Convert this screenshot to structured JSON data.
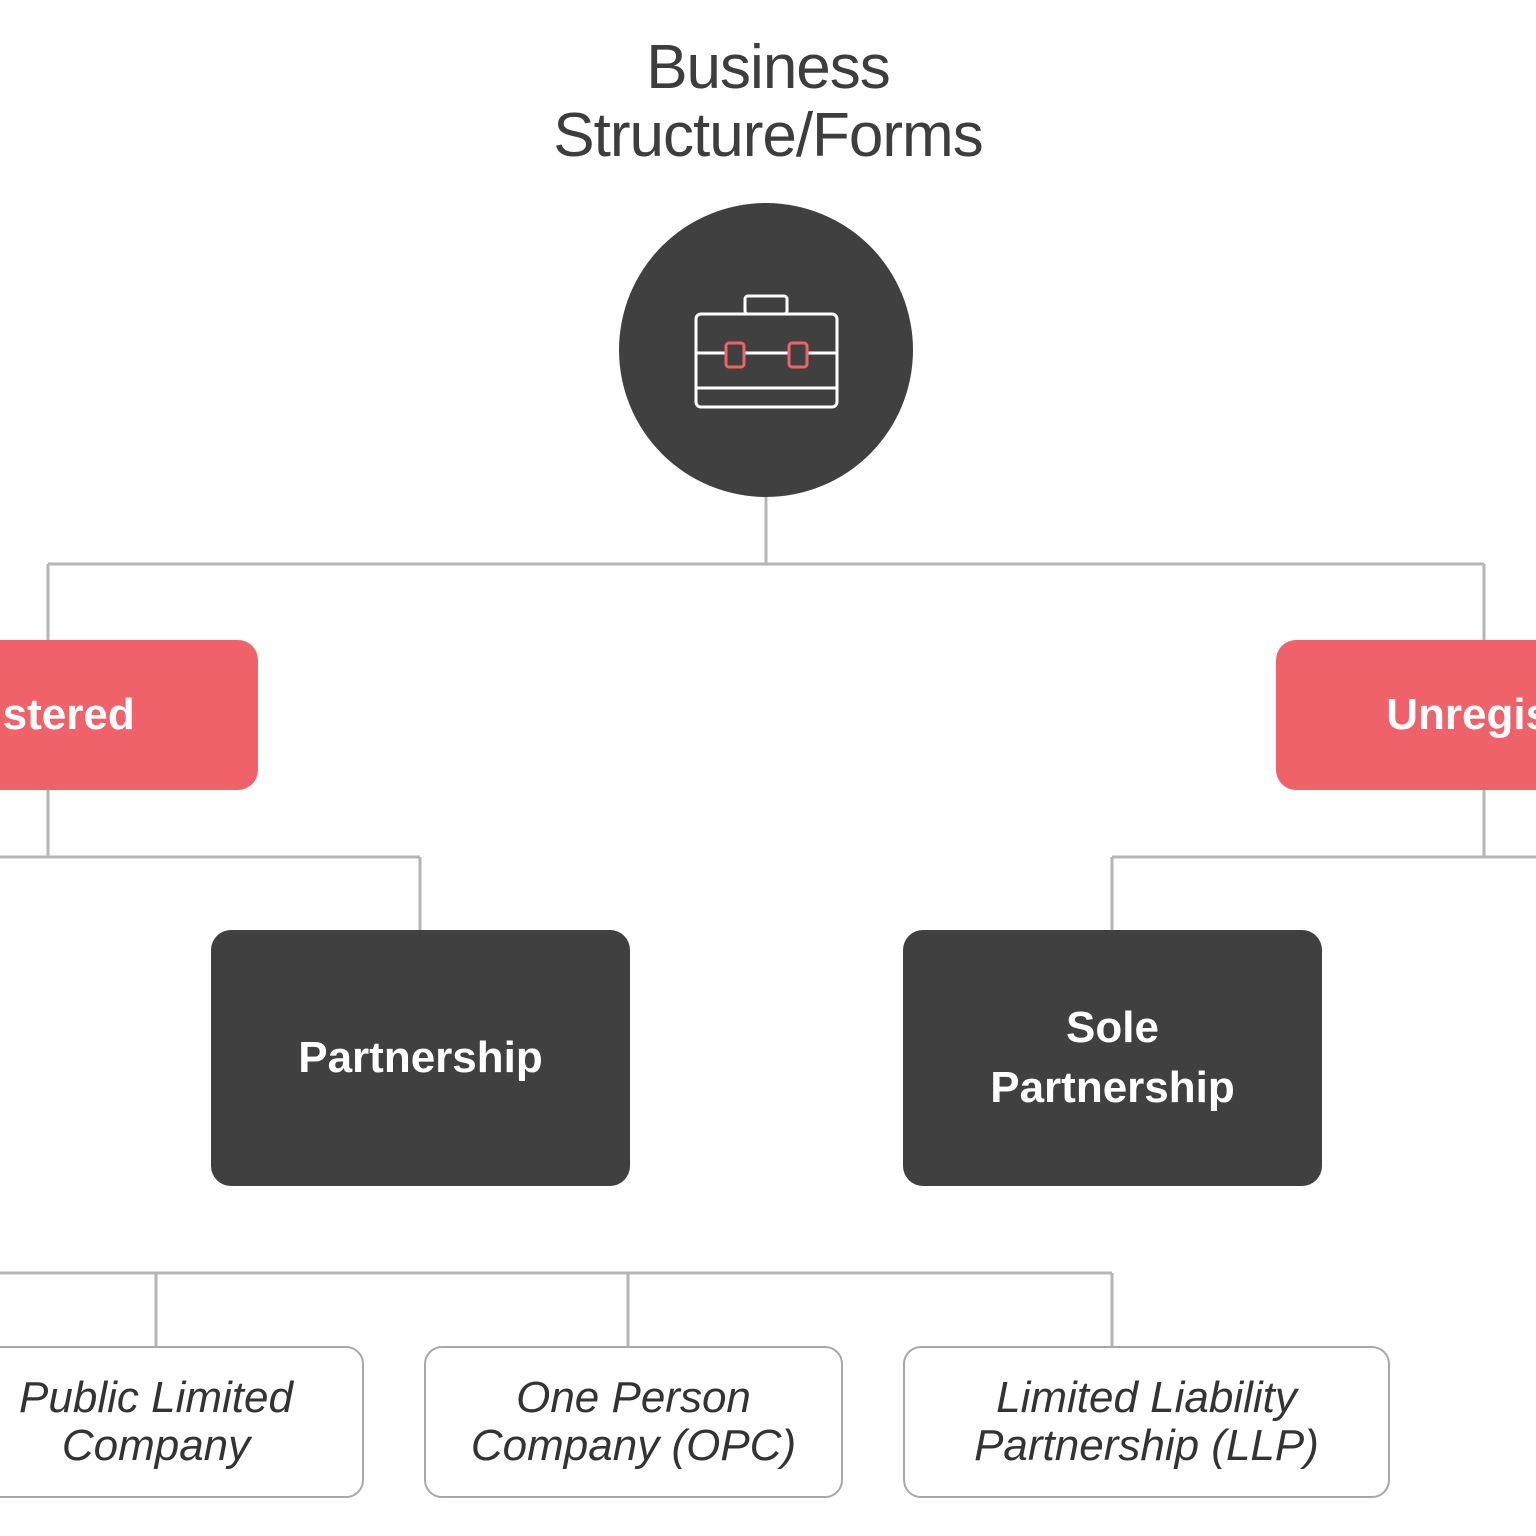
{
  "diagram": {
    "title_lines": [
      "Business",
      "Structure/Forms"
    ],
    "root_icon": "briefcase-icon",
    "categories": {
      "registered": "Registered",
      "unregistered": "Unregistered"
    },
    "middle_nodes": {
      "partnership": [
        "Partnership"
      ],
      "sole_partnership": [
        "Sole",
        "Partnership"
      ]
    },
    "leaf_nodes": {
      "public_limited_company": [
        "Public Limited",
        "Company"
      ],
      "one_person_company": [
        "One Person",
        "Company (OPC)"
      ],
      "llp": [
        "Limited Liability",
        "Partnership (LLP)"
      ]
    },
    "colors": {
      "accent": "#f06269",
      "dark": "#404040",
      "connector": "#b5b5b5",
      "outline": "#a8a8a8",
      "text_dark": "#333333",
      "icon_stroke": "#ffffff",
      "icon_accent": "#f06269"
    }
  }
}
